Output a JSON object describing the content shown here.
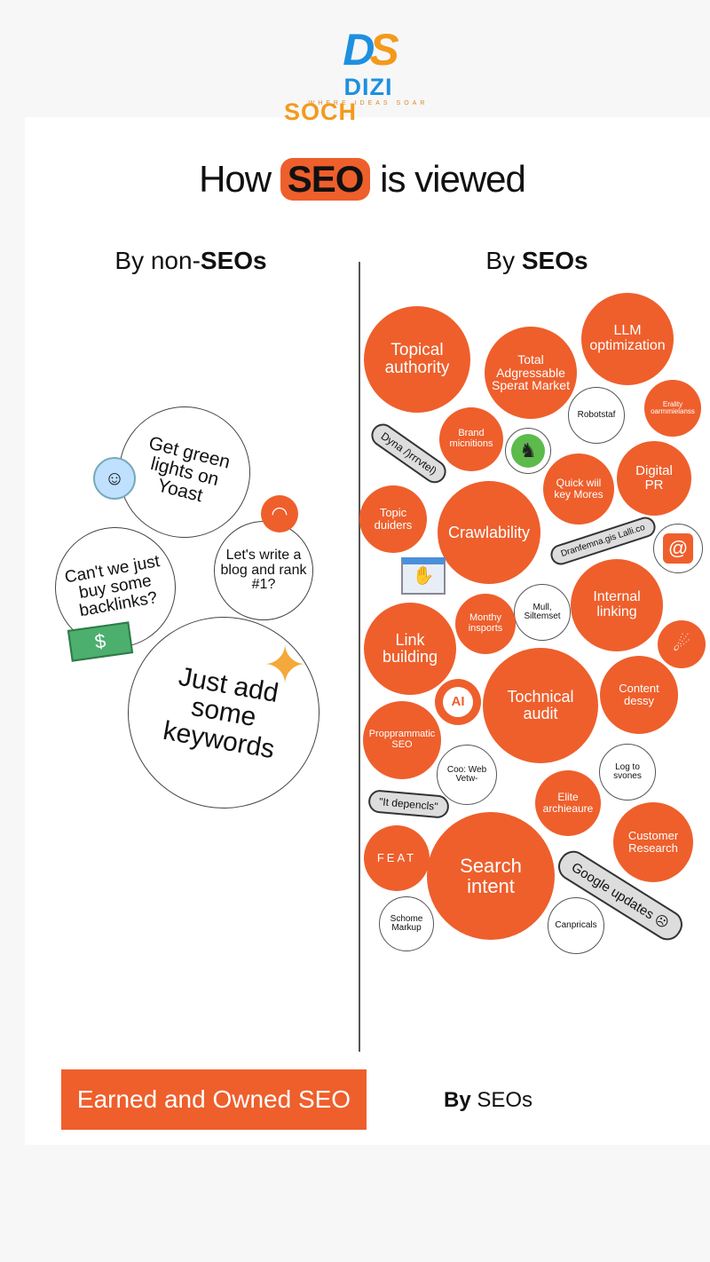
{
  "logo": {
    "mark": "DS",
    "name_a": "DIZI",
    "name_b": "SOCH",
    "tagline": "WHERE IDEAS SOAR"
  },
  "title": {
    "before": "How",
    "highlight": "SEO",
    "after": "is viewed"
  },
  "left": {
    "heading_a": "By non-",
    "heading_b": "SEOs",
    "bubbles": [
      "Get green lights on Yoast",
      "Can't we just buy some backlinks?",
      "Let's write a blog and rank #1?",
      "Just add some keywords"
    ]
  },
  "right": {
    "heading_a": "By ",
    "heading_b": "SEOs",
    "bubbles": [
      "Topical authority",
      "Total Adgressable Sperat Market",
      "LLM optimization",
      "Robotstaf",
      "Erality oarmmielanss",
      "Brand micnitions",
      "Digital PR",
      "Quick wiil key Mores",
      "Topic duiders",
      "Crawlability",
      "Internal linking",
      "Mull, Siltemset",
      "Monthy insports",
      "Link building",
      "Tochnical audit",
      "Content dessy",
      "Propprammatic SEO",
      "Coo: Web Vetw-",
      "Log to svones",
      "Elite archieaure",
      "Customer Research",
      "FEAT",
      "Search intent",
      "Schome Markup",
      "Canpricals",
      "AI"
    ],
    "pills": [
      "Dyna /)rrrvtel)",
      "Dranfemna.gis Lalli.co",
      "\"It depencls\"",
      "Google updates"
    ]
  },
  "footer": {
    "button": "Earned and Owned SEO",
    "by": "By",
    "seos": "SEOs"
  },
  "colors": {
    "accent": "#ee5f2c",
    "logo_blue": "#1e90e0",
    "logo_orange": "#f39a1c"
  }
}
